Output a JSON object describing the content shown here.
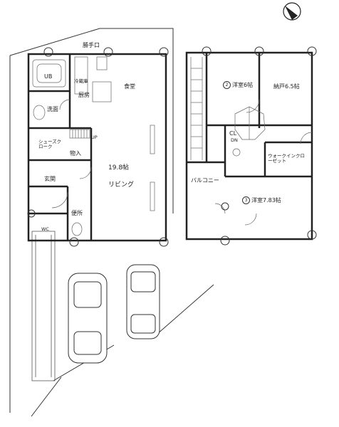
{
  "floor1": {
    "dining_label": "食堂",
    "kitchen_label": "厨房",
    "living_area": "19.8帖",
    "living_label": "リビング",
    "bath_label": "UB",
    "washroom_label": "洗面",
    "shoe_closet_label": "シューズクローク",
    "storage_label": "物入",
    "entrance_label": "玄関",
    "toilet_label": "便所",
    "back_door_label": "勝手口",
    "up_label": "UP",
    "wc_tag": "WC",
    "fridge_label": "冷蔵庫"
  },
  "floor2": {
    "bedroom1_no": "2",
    "bedroom1_label": "洋室6帖",
    "storeroom_label": "納戸6.5帖",
    "closet_label": "CL",
    "walkin_label": "ウォークインクローゼット",
    "balcony_label": "バルコニー",
    "bedroom2_no": "3",
    "bedroom2_label": "洋室7.83帖",
    "dn_label": "DN"
  },
  "parking": {
    "car_count": 2
  },
  "icons": {
    "north_arrow": "compass-north-icon"
  }
}
